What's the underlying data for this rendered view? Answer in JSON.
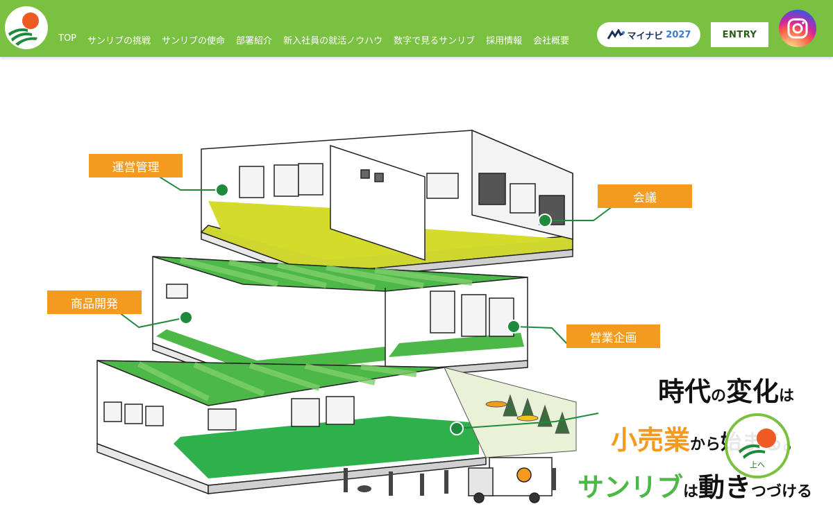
{
  "nav": {
    "items": [
      "TOP",
      "サンリブの挑戦",
      "サンリブの使命",
      "部署紹介",
      "新入社員の就活ノウハウ",
      "数字で見るサンリブ",
      "採用情報",
      "会社概要"
    ]
  },
  "header": {
    "mynavi_text": "マイナビ",
    "mynavi_year": "2027",
    "entry_label": "ENTRY"
  },
  "labels": {
    "operations": "運営管理",
    "meeting": "会議",
    "product_dev": "商品開発",
    "sales_planning": "営業企画"
  },
  "headline": {
    "line1_a": "時代",
    "line1_b": "の",
    "line1_c": "変化",
    "line1_d": "は",
    "line2_a": "小売業",
    "line2_b": "から",
    "line2_c": "始まる。",
    "line3_a": "サンリブ",
    "line3_b": "は",
    "line3_c": "動き",
    "line3_d": "つづける"
  },
  "badge": {
    "up_label": "上へ"
  },
  "colors": {
    "brand_green": "#7ac142",
    "label_orange": "#f39a1f",
    "sun_orange": "#ef5a24",
    "deep_green": "#1f8a3c"
  }
}
